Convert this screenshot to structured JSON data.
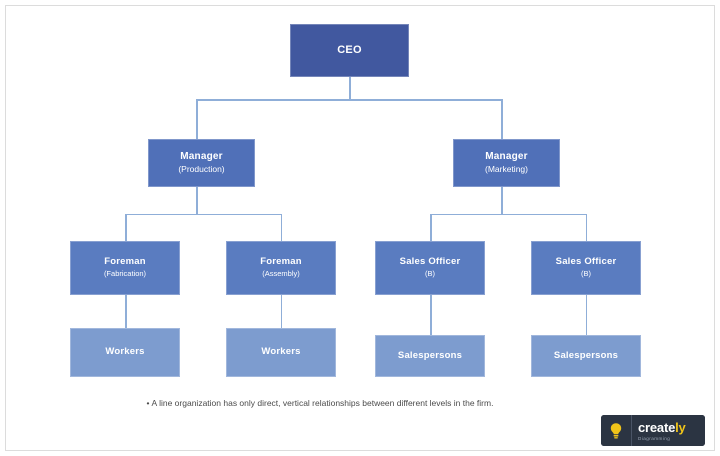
{
  "diagram": {
    "nodes": [
      {
        "id": "ceo",
        "title": "CEO",
        "sub": ""
      },
      {
        "id": "mgr-prod",
        "title": "Manager",
        "sub": "(Production)"
      },
      {
        "id": "mgr-mkt",
        "title": "Manager",
        "sub": "(Marketing)"
      },
      {
        "id": "foreman-fab",
        "title": "Foreman",
        "sub": "(Fabrication)"
      },
      {
        "id": "foreman-asm",
        "title": "Foreman",
        "sub": "(Assembly)"
      },
      {
        "id": "so-a",
        "title": "Sales Officer",
        "sub": "(B)"
      },
      {
        "id": "so-b",
        "title": "Sales Officer",
        "sub": "(B)"
      },
      {
        "id": "workers-1",
        "title": "Workers",
        "sub": ""
      },
      {
        "id": "workers-2",
        "title": "Workers",
        "sub": ""
      },
      {
        "id": "sales-1",
        "title": "Salespersons",
        "sub": ""
      },
      {
        "id": "sales-2",
        "title": "Salespersons",
        "sub": ""
      }
    ],
    "caption": {
      "bullet": "•",
      "text": "A line organization has only direct, vertical relationships between different levels in the firm."
    },
    "colors": {
      "ceo": "#41589f",
      "manager": "#5070b8",
      "mid": "#5a7cc0",
      "leaf": "#7d9ccf",
      "connector": "#8faed8",
      "frame": "#dcdcdc",
      "caption_text": "#4b4b4b"
    }
  },
  "logo": {
    "icon": "lightbulb-icon",
    "word_create": "create",
    "word_ly": "ly",
    "tagline": "Diagramming",
    "bulb_color": "#f0c419",
    "badge_color": "#2b3442"
  }
}
